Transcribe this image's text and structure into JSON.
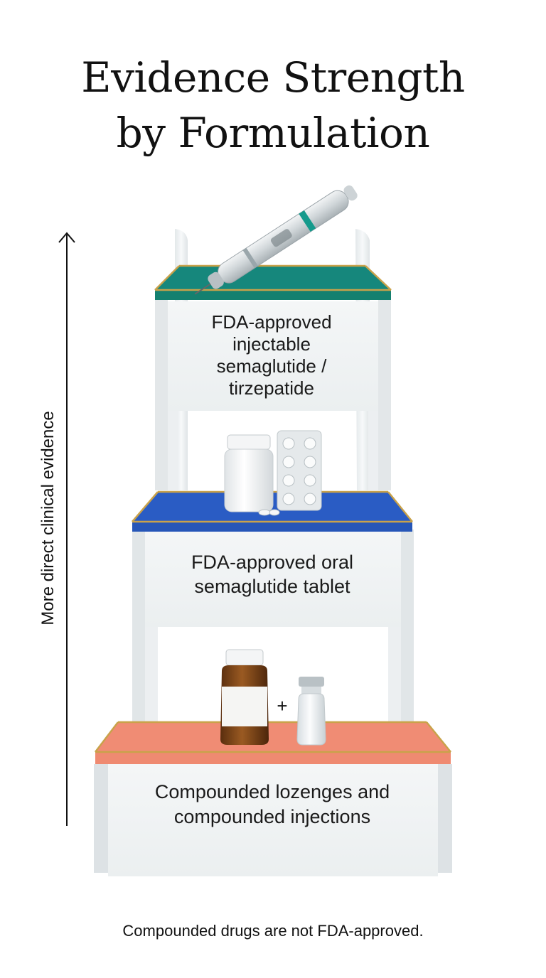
{
  "title": "Evidence Strength\nby Formulation",
  "axis_label": "More direct clinical evidence",
  "tiers": [
    {
      "label": "FDA-approved\ninjectable\nsemaglutide /\ntirzepatide",
      "icon": "injection-pen-icon",
      "color": "#16877c"
    },
    {
      "label": "FDA-approved oral\nsemaglutide tablet",
      "icon": "pill-bottle-and-blister-pack-icon",
      "color": "#2a5cc4"
    },
    {
      "label": "Compounded lozenges and\ncompounded injections",
      "icon": "amber-bottle-and-vial-icon",
      "plus_sign": "+",
      "color": "#f08c74"
    }
  ],
  "footnote": "Compounded drugs are not FDA-approved.",
  "accent_gold": "#c9a24a"
}
